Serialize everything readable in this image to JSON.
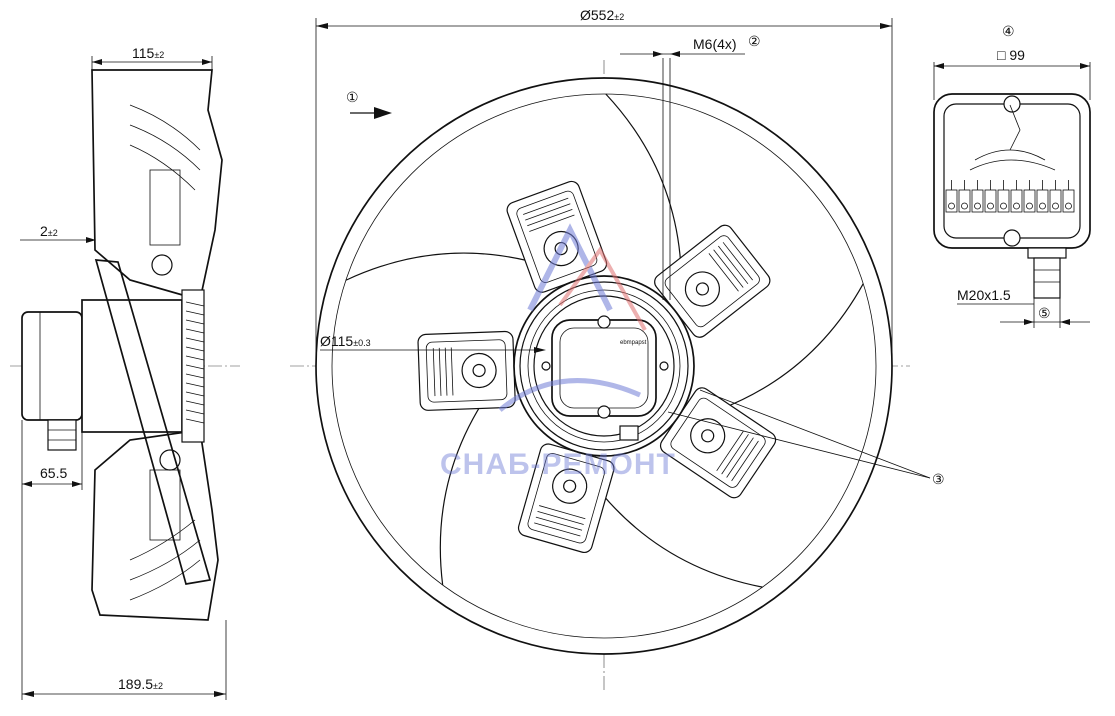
{
  "dimensions": {
    "diameter_label": "Ø552",
    "diameter_tol": "±2",
    "bolt_label": "M6(4x)",
    "bolt_ref": "②",
    "hub_label": "Ø115",
    "hub_tol": "±0.3",
    "flow_ref": "①",
    "blade_ref": "③",
    "box_ref": "④",
    "box_size": "□ 99",
    "gland_label": "M20x1.5",
    "gland_ref": "⑤",
    "side_width_label": "115",
    "side_width_tol": "±2",
    "gap_label": "2",
    "gap_tol": "±2",
    "motor_label": "65.5",
    "total_label": "189.5",
    "total_tol": "±2"
  },
  "watermark": {
    "text": "СНАБ-РЕМОНТ",
    "color": "#6f7bd6"
  },
  "nameplate": {
    "text": "ebmpapst"
  }
}
